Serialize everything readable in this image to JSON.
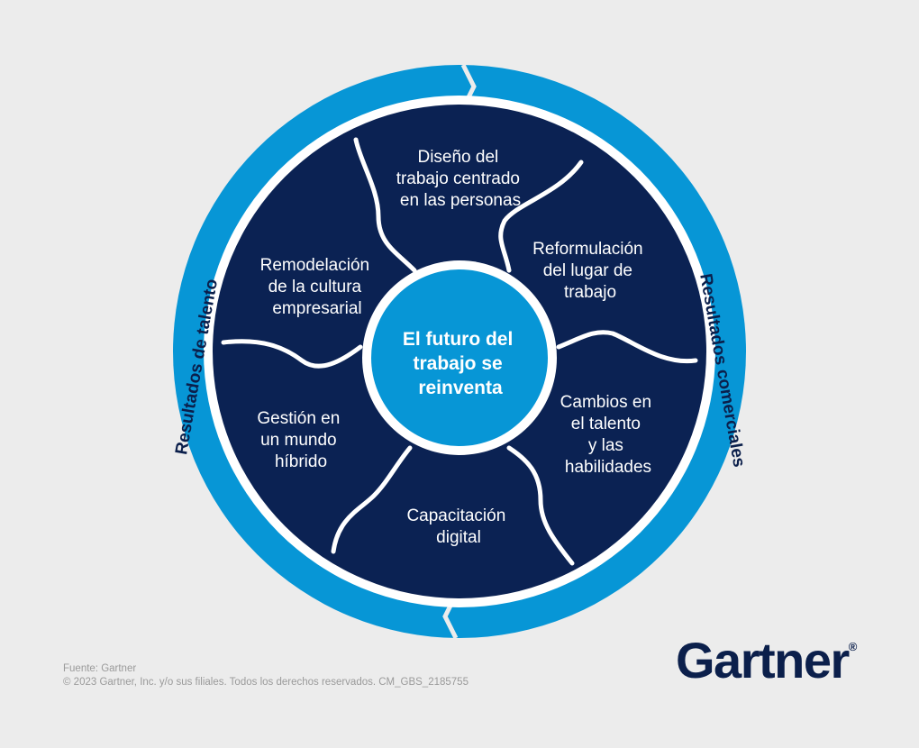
{
  "center": {
    "lines": [
      "El futuro del",
      "trabajo se",
      "reinventa"
    ]
  },
  "segments": [
    {
      "lines": [
        "Diseño del",
        "trabajo centrado",
        "en las personas"
      ]
    },
    {
      "lines": [
        "Reformulación",
        "del lugar de",
        "trabajo"
      ]
    },
    {
      "lines": [
        "Cambios en",
        "el talento",
        "y las",
        "habilidades"
      ]
    },
    {
      "lines": [
        "Capacitación",
        "digital"
      ]
    },
    {
      "lines": [
        "Gestión en",
        "un mundo",
        "híbrido"
      ]
    },
    {
      "lines": [
        "Remodelación",
        "de la cultura",
        "empresarial"
      ]
    }
  ],
  "ring": {
    "left_label": "Resultados de talento",
    "right_label": "Resultados comerciales"
  },
  "footer": {
    "source": "Fuente: Gartner",
    "copyright": "© 2023 Gartner, Inc. y/o sus filiales. Todos los derechos reservados. CM_GBS_2185755"
  },
  "logo": {
    "text": "Gartner",
    "mark": "®"
  },
  "colors": {
    "background": "#ececec",
    "ring": "#0796d6",
    "segments": "#0b2253",
    "center": "#0796d6",
    "dividers": "#ffffff",
    "ring_text": "#0b1f4b"
  }
}
